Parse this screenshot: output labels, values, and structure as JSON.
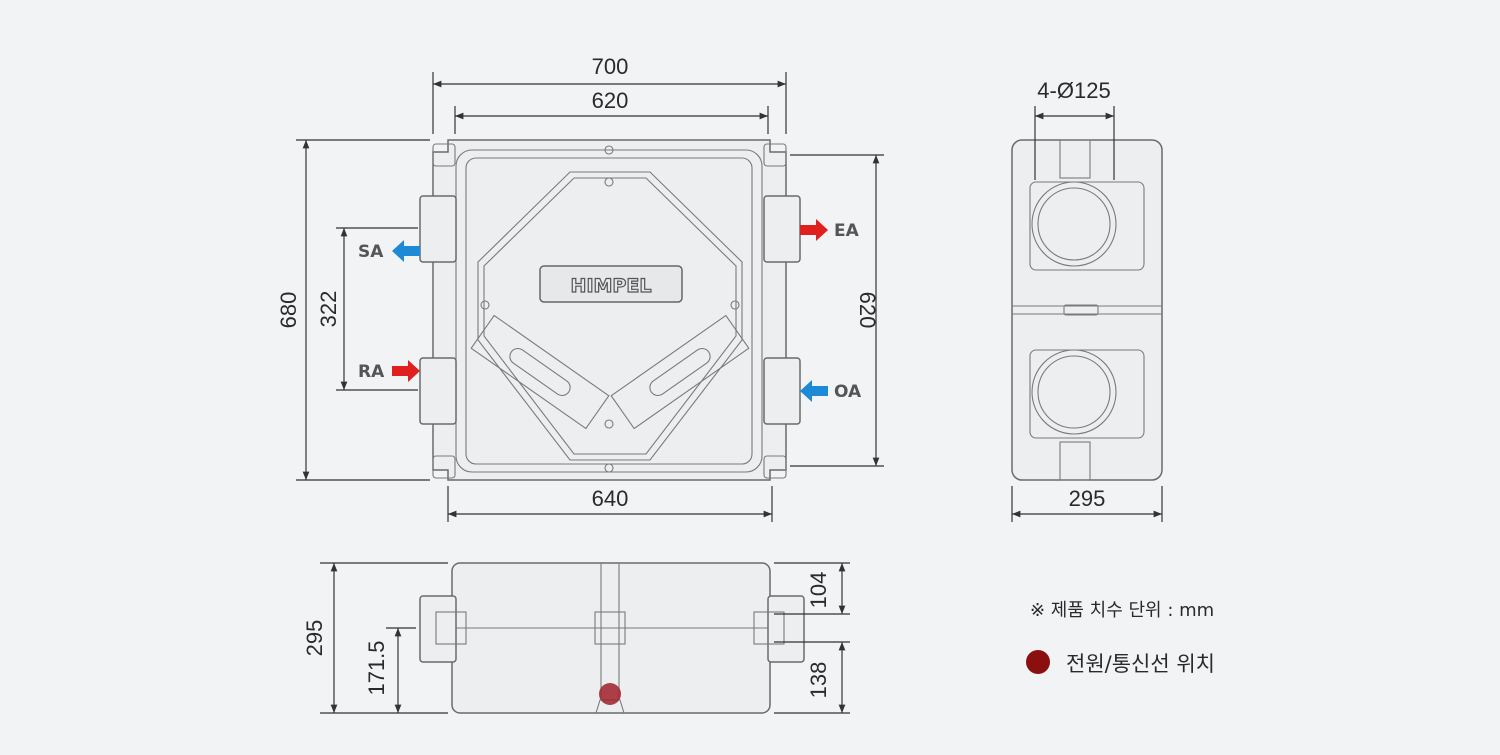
{
  "dimensions": {
    "top_total_width": "700",
    "top_inner_width": "620",
    "top_bottom_width": "640",
    "top_total_height": "680",
    "top_port_spacing": "322",
    "top_right_height": "620",
    "side_duct": "4-Ø125",
    "side_width": "295",
    "front_height": "295",
    "front_power_height": "171.5",
    "front_upper": "104",
    "front_lower": "138"
  },
  "ports": {
    "sa": "SA",
    "ra": "RA",
    "ea": "EA",
    "oa": "OA"
  },
  "brand": "HIMPEL",
  "notes": {
    "unit": "※ 제품 치수 단위 : mm",
    "legend": "전원/통신선 위치"
  },
  "colors": {
    "arrow_red": "#e0201e",
    "arrow_blue": "#1e8ad6",
    "power_dot": "#8b0f0f"
  }
}
